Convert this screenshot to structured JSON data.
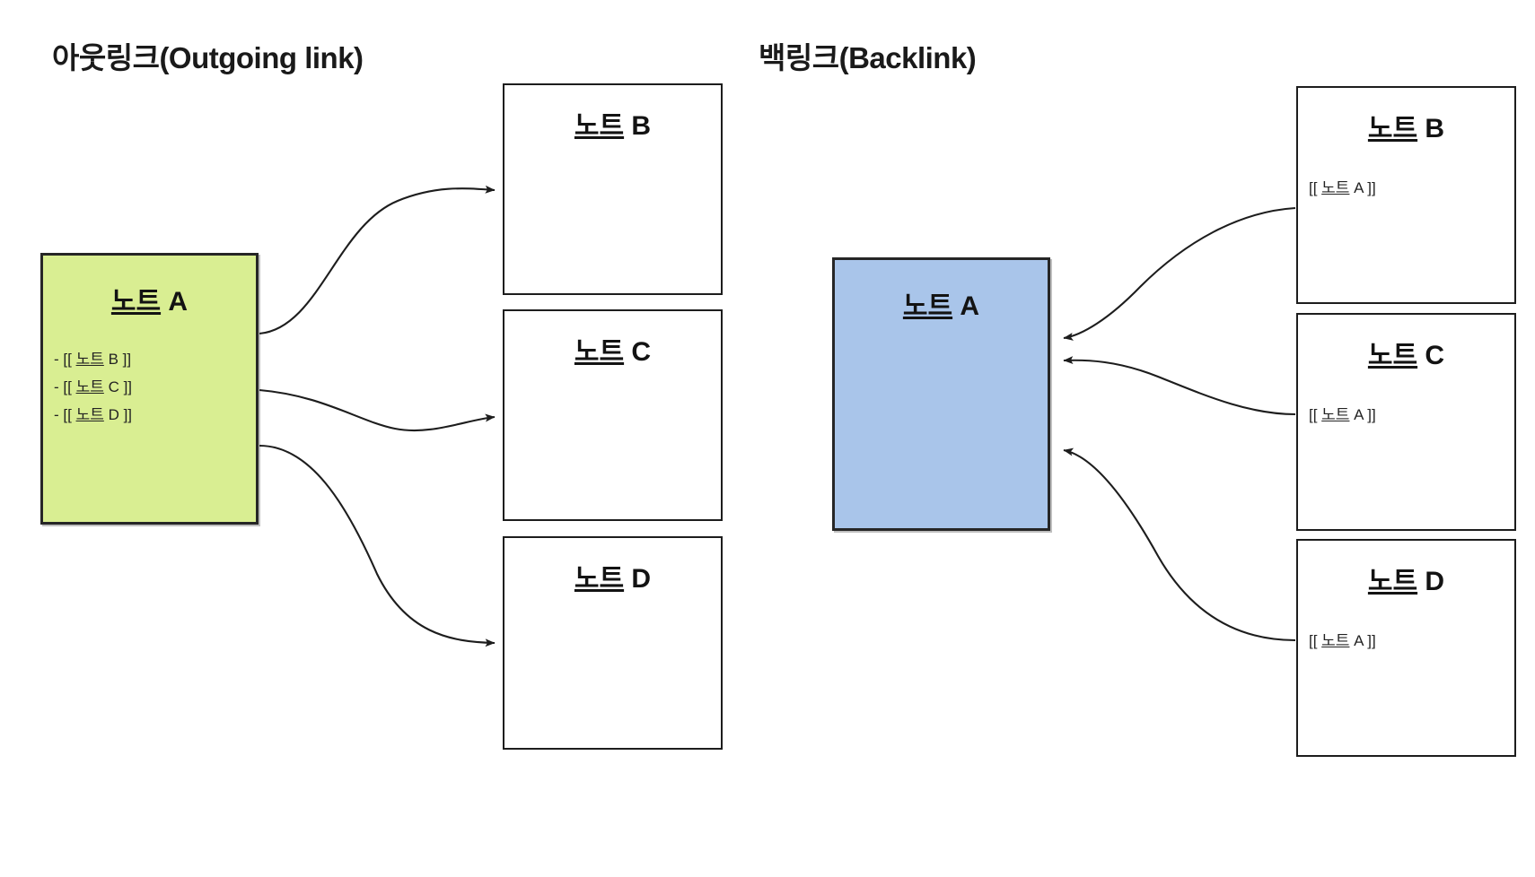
{
  "panels": [
    {
      "id": "outgoing",
      "title": "아웃링크(Outgoing link)",
      "source": {
        "label": "노트 A",
        "label_underlined": "노트",
        "label_plain": " A",
        "fill": "#d9ee92",
        "lines": [
          "- [[ 노트 B ]]",
          "- [[ 노트 C ]]",
          "- [[ 노트 D ]]"
        ],
        "line_prefix": "- [[ ",
        "line_suffix": " ]]"
      },
      "targets": [
        {
          "title": "노트 B",
          "body": ""
        },
        {
          "title": "노트 C",
          "body": ""
        },
        {
          "title": "노트 D",
          "body": ""
        }
      ]
    },
    {
      "id": "backlink",
      "title": "백링크(Backlink)",
      "source": {
        "label": "노트 A",
        "label_underlined": "노트",
        "label_plain": " A",
        "fill": "#a9c5ea",
        "lines": [],
        "line_prefix": "[[ ",
        "line_suffix": " ]]"
      },
      "targets": [
        {
          "title": "노트 B",
          "body": "[[ 노트 A ]]"
        },
        {
          "title": "노트 C",
          "body": "[[ 노트 A ]]"
        },
        {
          "title": "노트 D",
          "body": "[[ 노트 A ]]"
        }
      ]
    }
  ],
  "colors": {
    "stroke": "#1d1d1d",
    "green_fill": "#d9ee92",
    "blue_fill": "#a9c5ea",
    "background": "#ffffff"
  },
  "left": {
    "title": "아웃링크(Outgoing link)",
    "note_a_title_u": "노트",
    "note_a_title_rest": " A",
    "bullets": [
      {
        "dash": "- [[ ",
        "u": "노트",
        "rest": " B ]]"
      },
      {
        "dash": "- [[ ",
        "u": "노트",
        "rest": " C ]]"
      },
      {
        "dash": "- [[ ",
        "u": "노트",
        "rest": " D ]]"
      }
    ],
    "boxes": [
      {
        "u": "노트",
        "rest": " B"
      },
      {
        "u": "노트",
        "rest": " C"
      },
      {
        "u": "노트",
        "rest": " D"
      }
    ]
  },
  "right": {
    "title": "백링크(Backlink)",
    "note_a_title_u": "노트",
    "note_a_title_rest": " A",
    "boxes": [
      {
        "u": "노트",
        "rest": " B",
        "body_pre": "[[ ",
        "body_u": "노트",
        "body_post": " A ]]"
      },
      {
        "u": "노트",
        "rest": " C",
        "body_pre": "[[ ",
        "body_u": "노트",
        "body_post": " A ]]"
      },
      {
        "u": "노트",
        "rest": " D",
        "body_pre": "[[ ",
        "body_u": "노트",
        "body_post": " A ]]"
      }
    ]
  }
}
